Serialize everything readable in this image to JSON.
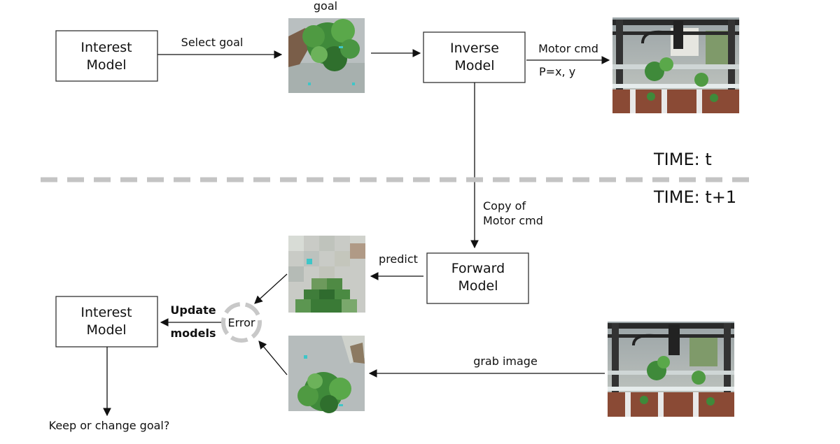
{
  "time_labels": {
    "t": "TIME: t",
    "t1": "TIME: t+1"
  },
  "boxes": {
    "interest_top": [
      "Interest",
      "Model"
    ],
    "inverse": [
      "Inverse",
      "Model"
    ],
    "forward": [
      "Forward",
      "Model"
    ],
    "interest_bottom": [
      "Interest",
      "Model"
    ]
  },
  "labels": {
    "goal": "goal",
    "select_goal": "Select goal",
    "motor_cmd": "Motor cmd",
    "position": "P=x, y",
    "copy_of": "Copy of",
    "copy_motor": "Motor cmd",
    "predict": "predict",
    "update": "Update",
    "models": "models",
    "error": "Error",
    "grab_image": "grab image",
    "keep_or_change": "Keep or change goal?"
  },
  "colors": {
    "box_stroke": "#333333",
    "divider": "#c4c4c4",
    "error_ring": "#c8c8c8",
    "plant_green": "#3f8a3a",
    "frame_dark": "#2a2a2a",
    "soil": "#8a4a35"
  }
}
